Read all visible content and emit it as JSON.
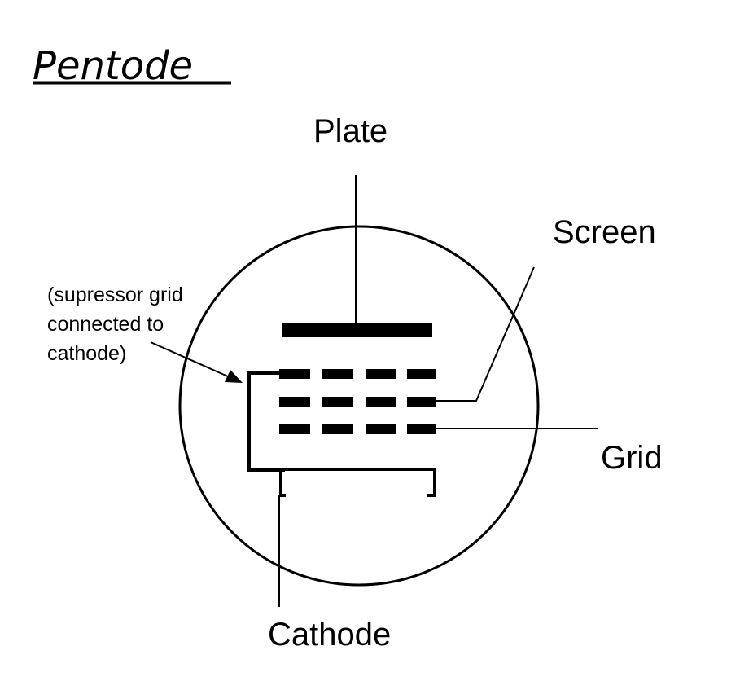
{
  "title": "Pentode",
  "labels": {
    "plate": "Plate",
    "screen": "Screen",
    "grid": "Grid",
    "cathode": "Cathode",
    "suppressor_note": [
      "(supressor grid",
      "connected to",
      "cathode)"
    ]
  },
  "colors": {
    "stroke": "#000000",
    "background": "#ffffff"
  },
  "grid_rows": [
    {
      "name": "suppressor-grid-row",
      "segments": 4
    },
    {
      "name": "screen-grid-row",
      "segments": 4
    },
    {
      "name": "control-grid-row",
      "segments": 4
    }
  ]
}
